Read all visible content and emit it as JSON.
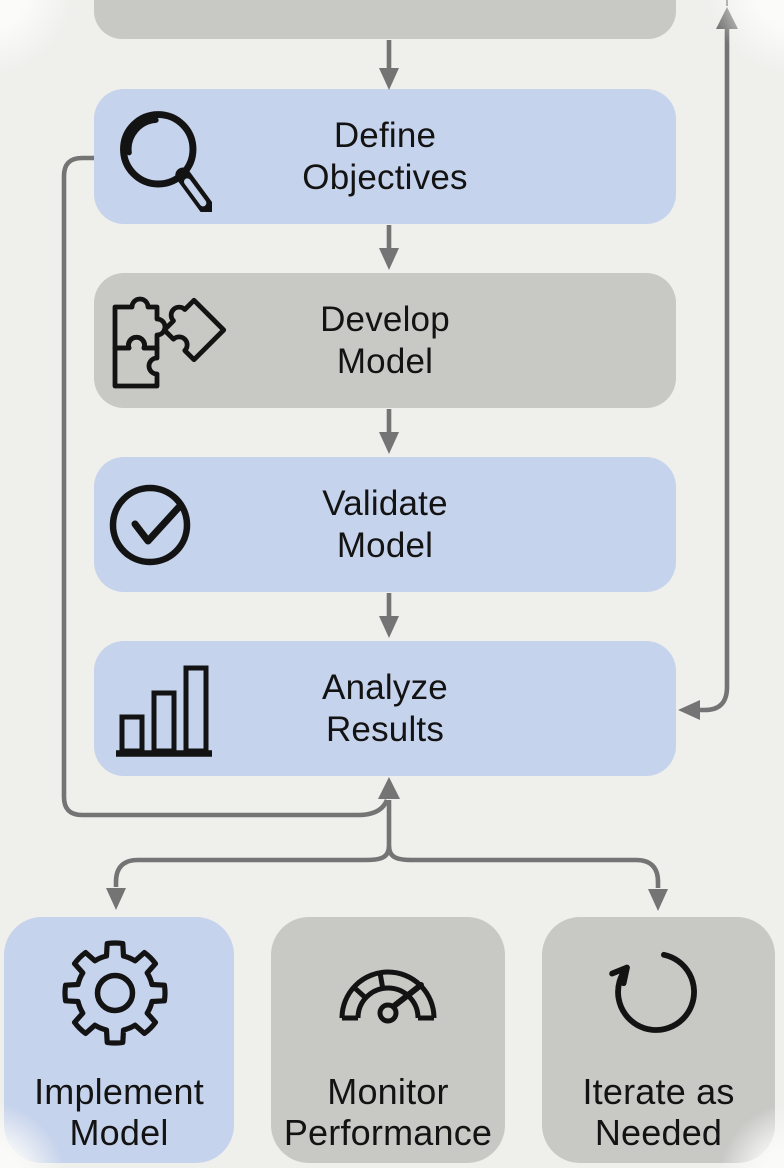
{
  "nodes": {
    "start": {
      "label": "",
      "icon": "",
      "variant": "gray"
    },
    "define": {
      "label": "Define\nObjectives",
      "icon": "magnifier-icon",
      "variant": "blue"
    },
    "develop": {
      "label": "Develop\nModel",
      "icon": "puzzle-icon",
      "variant": "gray"
    },
    "validate": {
      "label": "Validate\nModel",
      "icon": "check-circle-icon",
      "variant": "blue"
    },
    "analyze": {
      "label": "Analyze\nResults",
      "icon": "bar-chart-icon",
      "variant": "blue"
    },
    "implement": {
      "label": "Implement\nModel",
      "icon": "gear-icon",
      "variant": "blue"
    },
    "monitor": {
      "label": "Monitor\nPerformance",
      "icon": "gauge-icon",
      "variant": "gray"
    },
    "iterate": {
      "label": "Iterate as\nNeeded",
      "icon": "rotate-icon",
      "variant": "gray"
    }
  },
  "edges": [
    {
      "from": "start",
      "to": "define"
    },
    {
      "from": "define",
      "to": "develop"
    },
    {
      "from": "develop",
      "to": "validate"
    },
    {
      "from": "validate",
      "to": "analyze"
    },
    {
      "from": "define",
      "to": "analyze",
      "style": "left-side-loop into bottom of Analyze Results"
    },
    {
      "from": "analyze",
      "to": "implement",
      "style": "branch down-left"
    },
    {
      "from": "analyze",
      "to": "iterate",
      "style": "branch down-right"
    },
    {
      "from": "right-side-line",
      "to": "analyze",
      "style": "vertical line at right edge, up arrowhead at top, left arrowhead into Analyze Results"
    }
  ],
  "colors": {
    "background": "#efefec",
    "node_blue": "#c6d3ec",
    "node_gray": "#c8c8c5",
    "connector": "#747474",
    "icon": "#131313",
    "text": "#131313"
  }
}
